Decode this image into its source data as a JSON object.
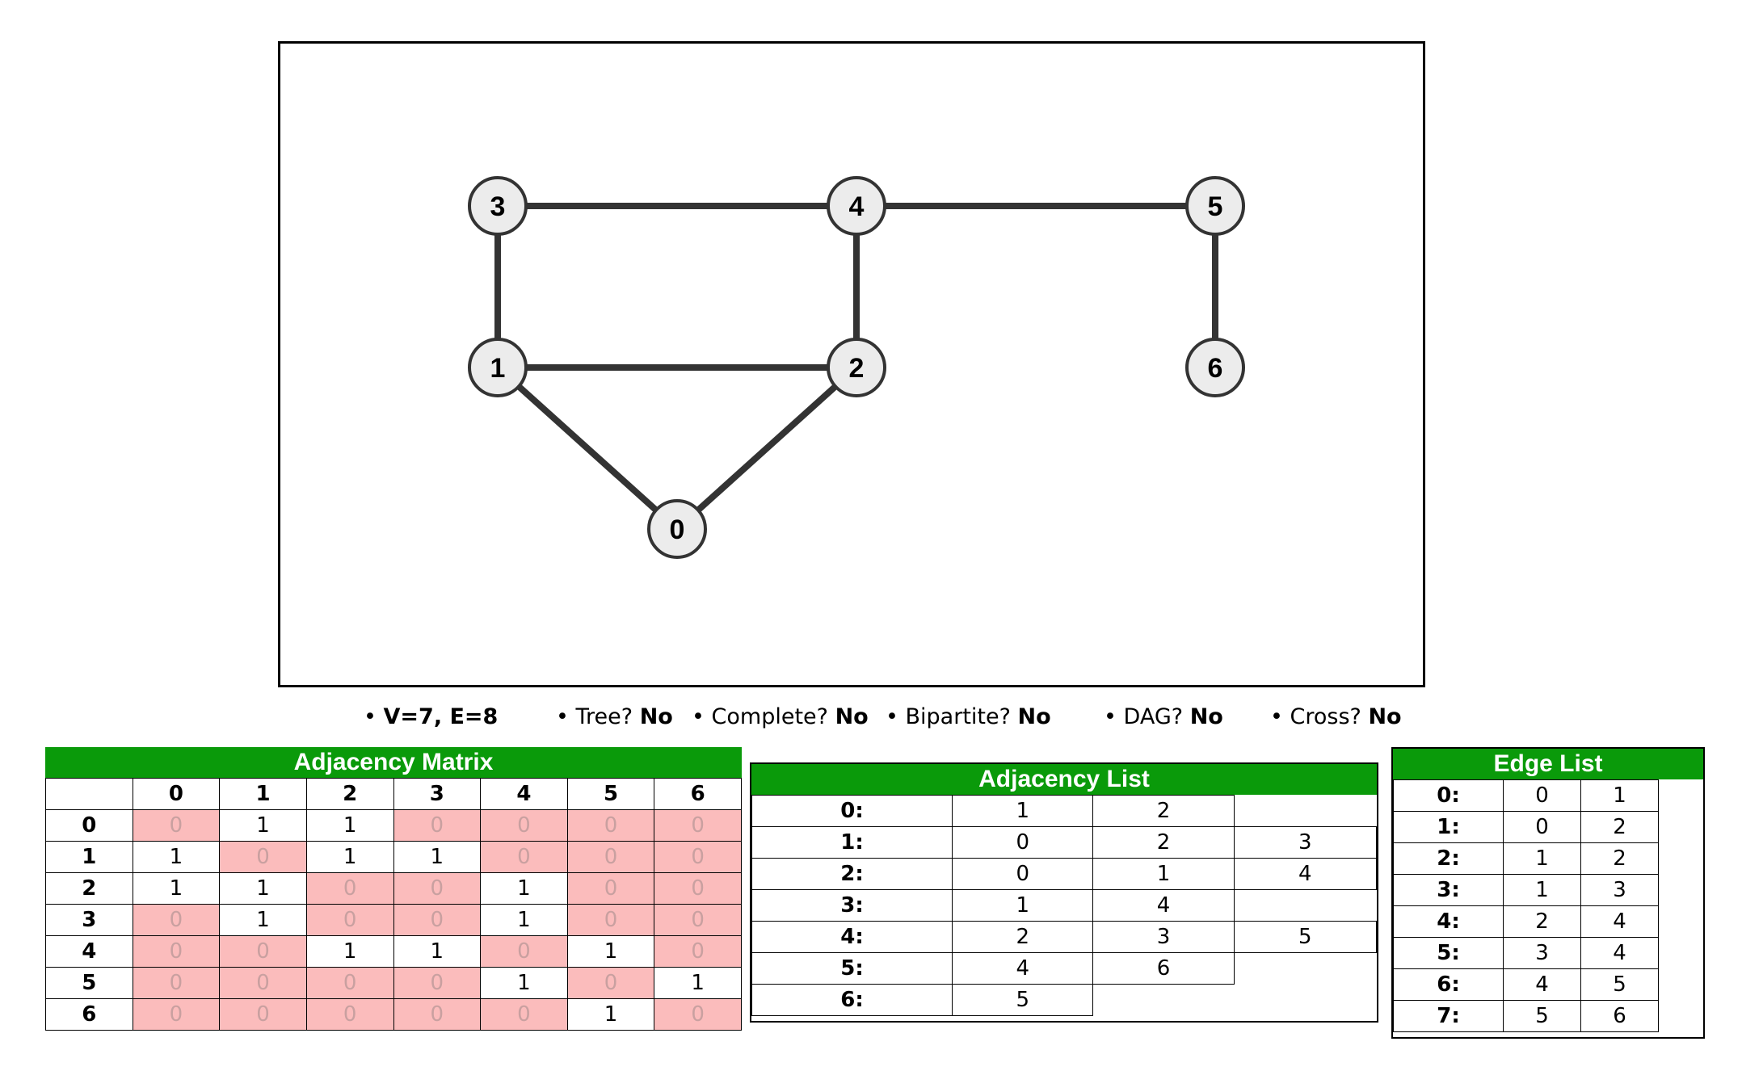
{
  "graph": {
    "nodes": [
      {
        "id": "0",
        "label": "0"
      },
      {
        "id": "1",
        "label": "1"
      },
      {
        "id": "2",
        "label": "2"
      },
      {
        "id": "3",
        "label": "3"
      },
      {
        "id": "4",
        "label": "4"
      },
      {
        "id": "5",
        "label": "5"
      },
      {
        "id": "6",
        "label": "6"
      }
    ],
    "edges": [
      [
        "0",
        "1"
      ],
      [
        "0",
        "2"
      ],
      [
        "1",
        "2"
      ],
      [
        "1",
        "3"
      ],
      [
        "2",
        "4"
      ],
      [
        "3",
        "4"
      ],
      [
        "4",
        "5"
      ],
      [
        "5",
        "6"
      ]
    ],
    "colors": {
      "node_fill": "#ececec",
      "node_stroke": "#333333",
      "edge": "#333333"
    }
  },
  "properties": {
    "counts": "V=7, E=8",
    "tree_label": "Tree?",
    "tree_value": "No",
    "complete_label": "Complete?",
    "complete_value": "No",
    "bipartite_label": "Bipartite?",
    "bipartite_value": "No",
    "dag_label": "DAG?",
    "dag_value": "No",
    "cross_label": "Cross?",
    "cross_value": "No"
  },
  "adjacency_matrix": {
    "title": "Adjacency Matrix",
    "headers": [
      "0",
      "1",
      "2",
      "3",
      "4",
      "5",
      "6"
    ],
    "rows": [
      {
        "label": "0",
        "cells": [
          "0",
          "1",
          "1",
          "0",
          "0",
          "0",
          "0"
        ]
      },
      {
        "label": "1",
        "cells": [
          "1",
          "0",
          "1",
          "1",
          "0",
          "0",
          "0"
        ]
      },
      {
        "label": "2",
        "cells": [
          "1",
          "1",
          "0",
          "0",
          "1",
          "0",
          "0"
        ]
      },
      {
        "label": "3",
        "cells": [
          "0",
          "1",
          "0",
          "0",
          "1",
          "0",
          "0"
        ]
      },
      {
        "label": "4",
        "cells": [
          "0",
          "0",
          "1",
          "1",
          "0",
          "1",
          "0"
        ]
      },
      {
        "label": "5",
        "cells": [
          "0",
          "0",
          "0",
          "0",
          "1",
          "0",
          "1"
        ]
      },
      {
        "label": "6",
        "cells": [
          "0",
          "0",
          "0",
          "0",
          "0",
          "1",
          "0"
        ]
      }
    ]
  },
  "adjacency_list": {
    "title": "Adjacency List",
    "rows": [
      {
        "label": "0:",
        "neighbors": [
          "1",
          "2"
        ]
      },
      {
        "label": "1:",
        "neighbors": [
          "0",
          "2",
          "3"
        ]
      },
      {
        "label": "2:",
        "neighbors": [
          "0",
          "1",
          "4"
        ]
      },
      {
        "label": "3:",
        "neighbors": [
          "1",
          "4"
        ]
      },
      {
        "label": "4:",
        "neighbors": [
          "2",
          "3",
          "5"
        ]
      },
      {
        "label": "5:",
        "neighbors": [
          "4",
          "6"
        ]
      },
      {
        "label": "6:",
        "neighbors": [
          "5"
        ]
      }
    ]
  },
  "edge_list": {
    "title": "Edge List",
    "rows": [
      {
        "label": "0:",
        "u": "0",
        "v": "1"
      },
      {
        "label": "1:",
        "u": "0",
        "v": "2"
      },
      {
        "label": "2:",
        "u": "1",
        "v": "2"
      },
      {
        "label": "3:",
        "u": "1",
        "v": "3"
      },
      {
        "label": "4:",
        "u": "2",
        "v": "4"
      },
      {
        "label": "5:",
        "u": "3",
        "v": "4"
      },
      {
        "label": "6:",
        "u": "4",
        "v": "5"
      },
      {
        "label": "7:",
        "u": "5",
        "v": "6"
      }
    ]
  }
}
